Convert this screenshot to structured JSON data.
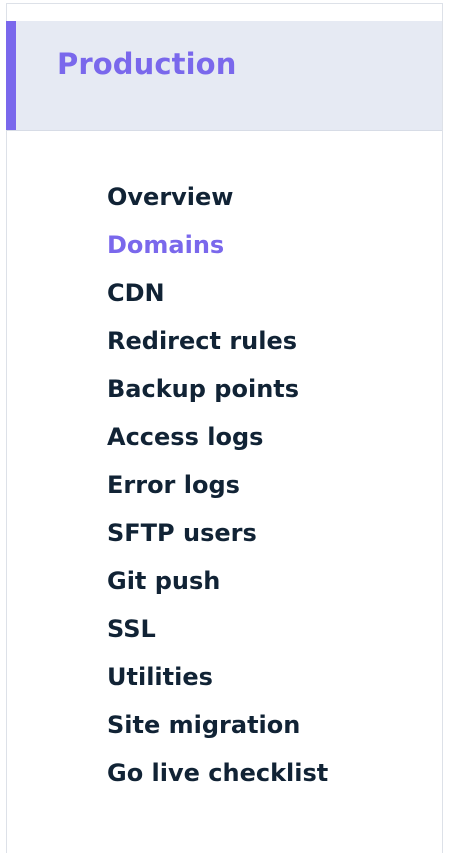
{
  "header": {
    "title": "Production",
    "accent_color": "#7a68ec",
    "background_color": "#e6eaf3"
  },
  "nav": {
    "active_index": 1,
    "active_color": "#7a68ec",
    "text_color": "#112335",
    "items": [
      {
        "label": "Overview"
      },
      {
        "label": "Domains"
      },
      {
        "label": "CDN"
      },
      {
        "label": "Redirect rules"
      },
      {
        "label": "Backup points"
      },
      {
        "label": "Access logs"
      },
      {
        "label": "Error logs"
      },
      {
        "label": "SFTP users"
      },
      {
        "label": "Git push"
      },
      {
        "label": "SSL"
      },
      {
        "label": "Utilities"
      },
      {
        "label": "Site migration"
      },
      {
        "label": "Go live checklist"
      }
    ]
  }
}
